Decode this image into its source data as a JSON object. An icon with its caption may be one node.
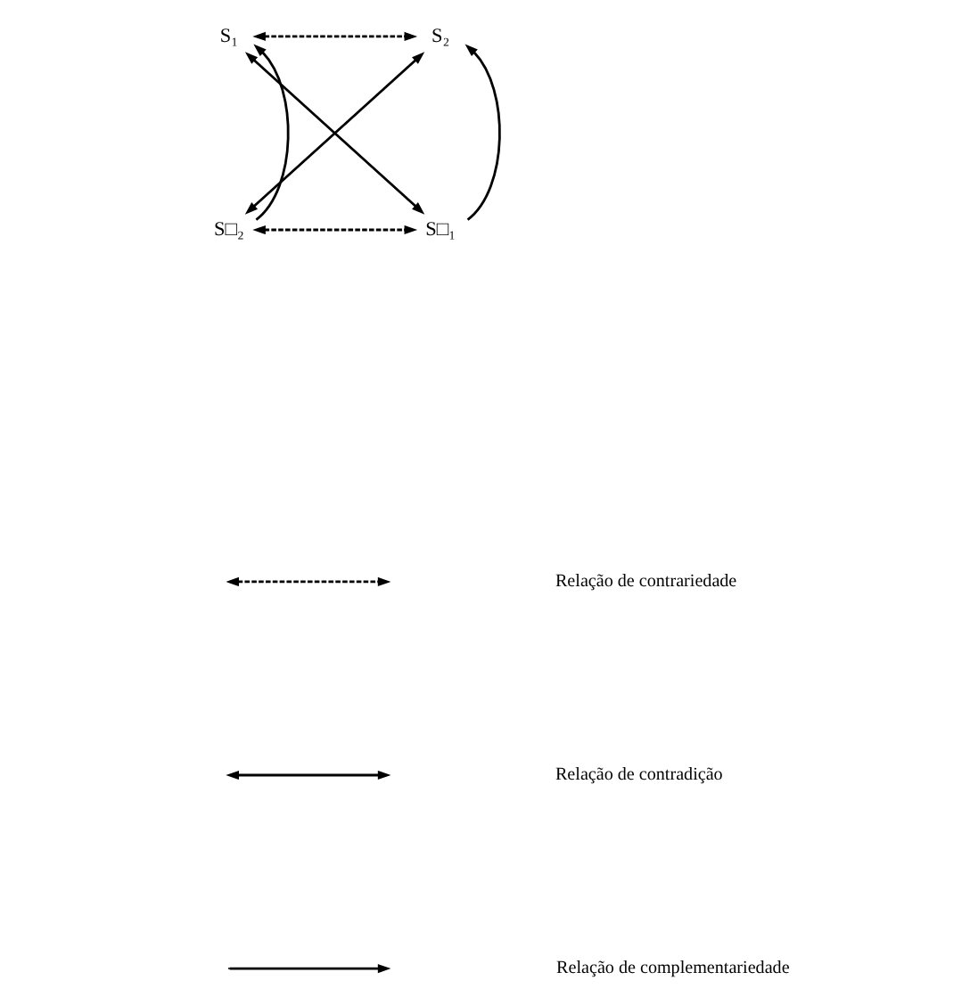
{
  "diagram": {
    "nodes": [
      {
        "text": [
          "S₁"
        ]
      },
      {
        "text": [
          "S₂"
        ]
      },
      {
        "text": [
          "S□₂"
        ]
      },
      {
        "text": [
          "S□₁"
        ]
      }
    ],
    "edges": [
      {
        "from": 0,
        "to": 1,
        "arrow": "both",
        "style": "dashed"
      },
      {
        "from": 2,
        "to": 3,
        "arrow": "both",
        "style": "dashed"
      },
      {
        "from": 0,
        "to": 3,
        "arrow": "both"
      },
      {
        "from": 1,
        "to": 2,
        "arrow": "both"
      },
      {
        "from": 2,
        "to": 0,
        "arrow": "to"
      },
      {
        "from": 3,
        "to": 1,
        "arrow": "to"
      }
    ],
    "legend": [
      {
        "text": "Relação de contrariedade"
      },
      {
        "text": "Relação de contradição"
      },
      {
        "text": "Relação de complementariedade"
      }
    ]
  }
}
